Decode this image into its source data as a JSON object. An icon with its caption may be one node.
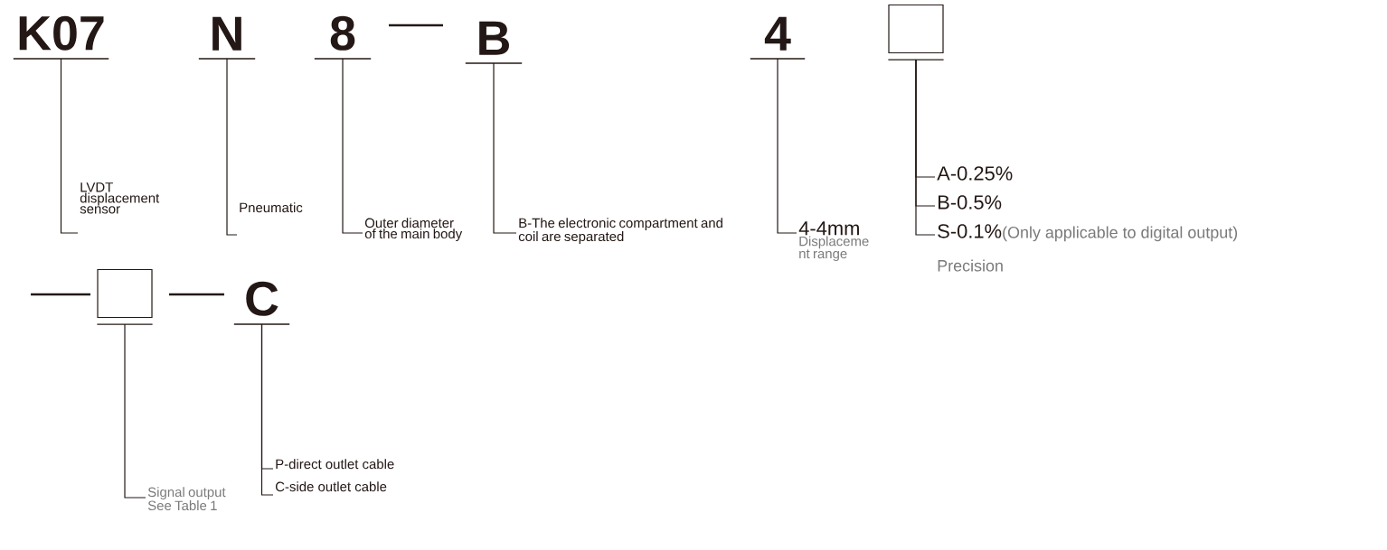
{
  "diagram": {
    "nodes": [
      {
        "text": [
          "K07"
        ]
      },
      {
        "text": [
          "N"
        ]
      },
      {
        "text": [
          "8"
        ]
      },
      {
        "text": [
          "B"
        ]
      },
      {
        "text": [
          "4"
        ]
      },
      {
        "text": [],
        "shape": "box"
      },
      {
        "text": [
          "LVDT displacement sensor"
        ]
      },
      {
        "text": [
          "Pneumatic"
        ]
      },
      {
        "text": [
          "Outer diameter of the main body"
        ]
      },
      {
        "text": [
          "B-The electronic compartment and coil are separated"
        ]
      },
      {
        "text": [
          "4-4mm",
          "Displaceme nt range"
        ]
      },
      {
        "text": [
          "A-0.25%"
        ]
      },
      {
        "text": [
          "B-0.5%"
        ]
      },
      {
        "text": [
          "S-0.1%",
          "(Only applicable to digital output)"
        ]
      },
      {
        "text": [],
        "shape": "box"
      },
      {
        "text": [
          "C"
        ]
      },
      {
        "text": [
          "Signal output See Table 1"
        ]
      },
      {
        "text": [
          "P-direct outlet cable"
        ]
      },
      {
        "text": [
          "C-side outlet cable"
        ]
      }
    ],
    "edges": [
      {
        "from": 0,
        "to": 6,
        "arrow": "none"
      },
      {
        "from": 1,
        "to": 7,
        "arrow": "none"
      },
      {
        "from": 2,
        "to": 8,
        "arrow": "none"
      },
      {
        "from": 3,
        "to": 9,
        "arrow": "none"
      },
      {
        "from": 4,
        "to": 10,
        "arrow": "none"
      },
      {
        "from": 5,
        "to": 11,
        "arrow": "none"
      },
      {
        "from": 5,
        "to": 12,
        "arrow": "none"
      },
      {
        "from": 5,
        "to": 13,
        "arrow": "none"
      },
      {
        "from": 14,
        "to": 16,
        "arrow": "none"
      },
      {
        "from": 15,
        "to": 17,
        "arrow": "none"
      },
      {
        "from": 15,
        "to": 18,
        "arrow": "none"
      }
    ],
    "labels": [
      "Precision"
    ]
  }
}
